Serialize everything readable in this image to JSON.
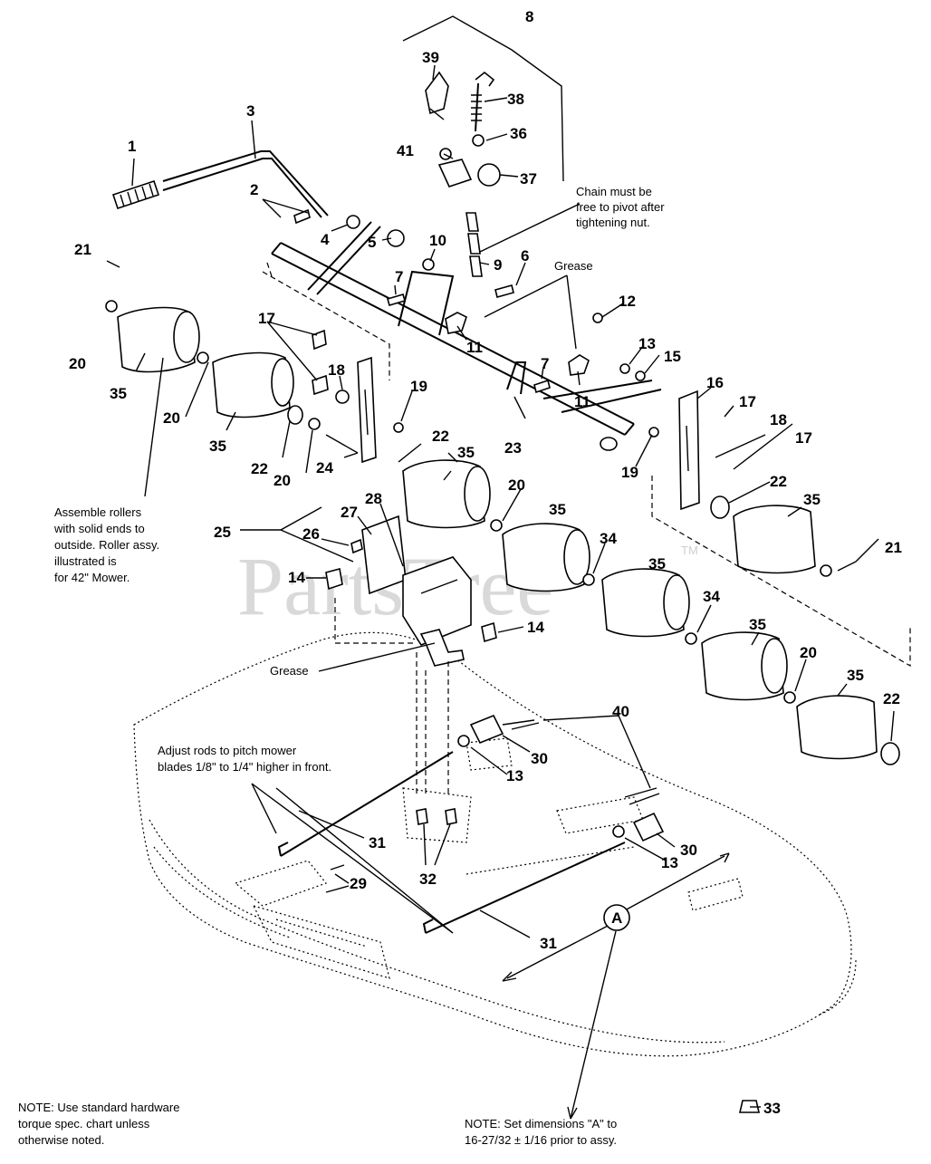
{
  "watermark": "PartsTree",
  "trademark": "TM",
  "callouts": [
    "1",
    "2",
    "3",
    "4",
    "5",
    "6",
    "7",
    "7",
    "8",
    "9",
    "10",
    "11",
    "11",
    "12",
    "13",
    "13",
    "13",
    "14",
    "14",
    "15",
    "16",
    "17",
    "17",
    "17",
    "18",
    "18",
    "19",
    "19",
    "20",
    "20",
    "20",
    "20",
    "20",
    "21",
    "21",
    "22",
    "22",
    "22",
    "22",
    "23",
    "24",
    "25",
    "26",
    "27",
    "28",
    "29",
    "30",
    "30",
    "31",
    "31",
    "32",
    "33",
    "34",
    "34",
    "35",
    "35",
    "35",
    "35",
    "35",
    "35",
    "35",
    "35",
    "36",
    "37",
    "38",
    "39",
    "40",
    "41"
  ],
  "dimension_marker": "A",
  "notes": {
    "chain": [
      "Chain must be",
      "free to pivot after",
      "tightening nut."
    ],
    "grease_top": "Grease",
    "grease_bottom": "Grease",
    "rollers": [
      "Assemble rollers",
      "with solid ends to",
      "outside. Roller assy.",
      "illustrated is",
      "for 42\" Mower."
    ],
    "adjust": [
      "Adjust rods to pitch mower",
      "blades 1/8\" to 1/4\" higher in front."
    ],
    "hardware": [
      "NOTE: Use standard hardware",
      "torque spec. chart unless",
      "otherwise noted."
    ],
    "dimension": [
      "NOTE: Set dimensions \"A\" to",
      "16-27/32 ± 1/16 prior to assy."
    ]
  }
}
